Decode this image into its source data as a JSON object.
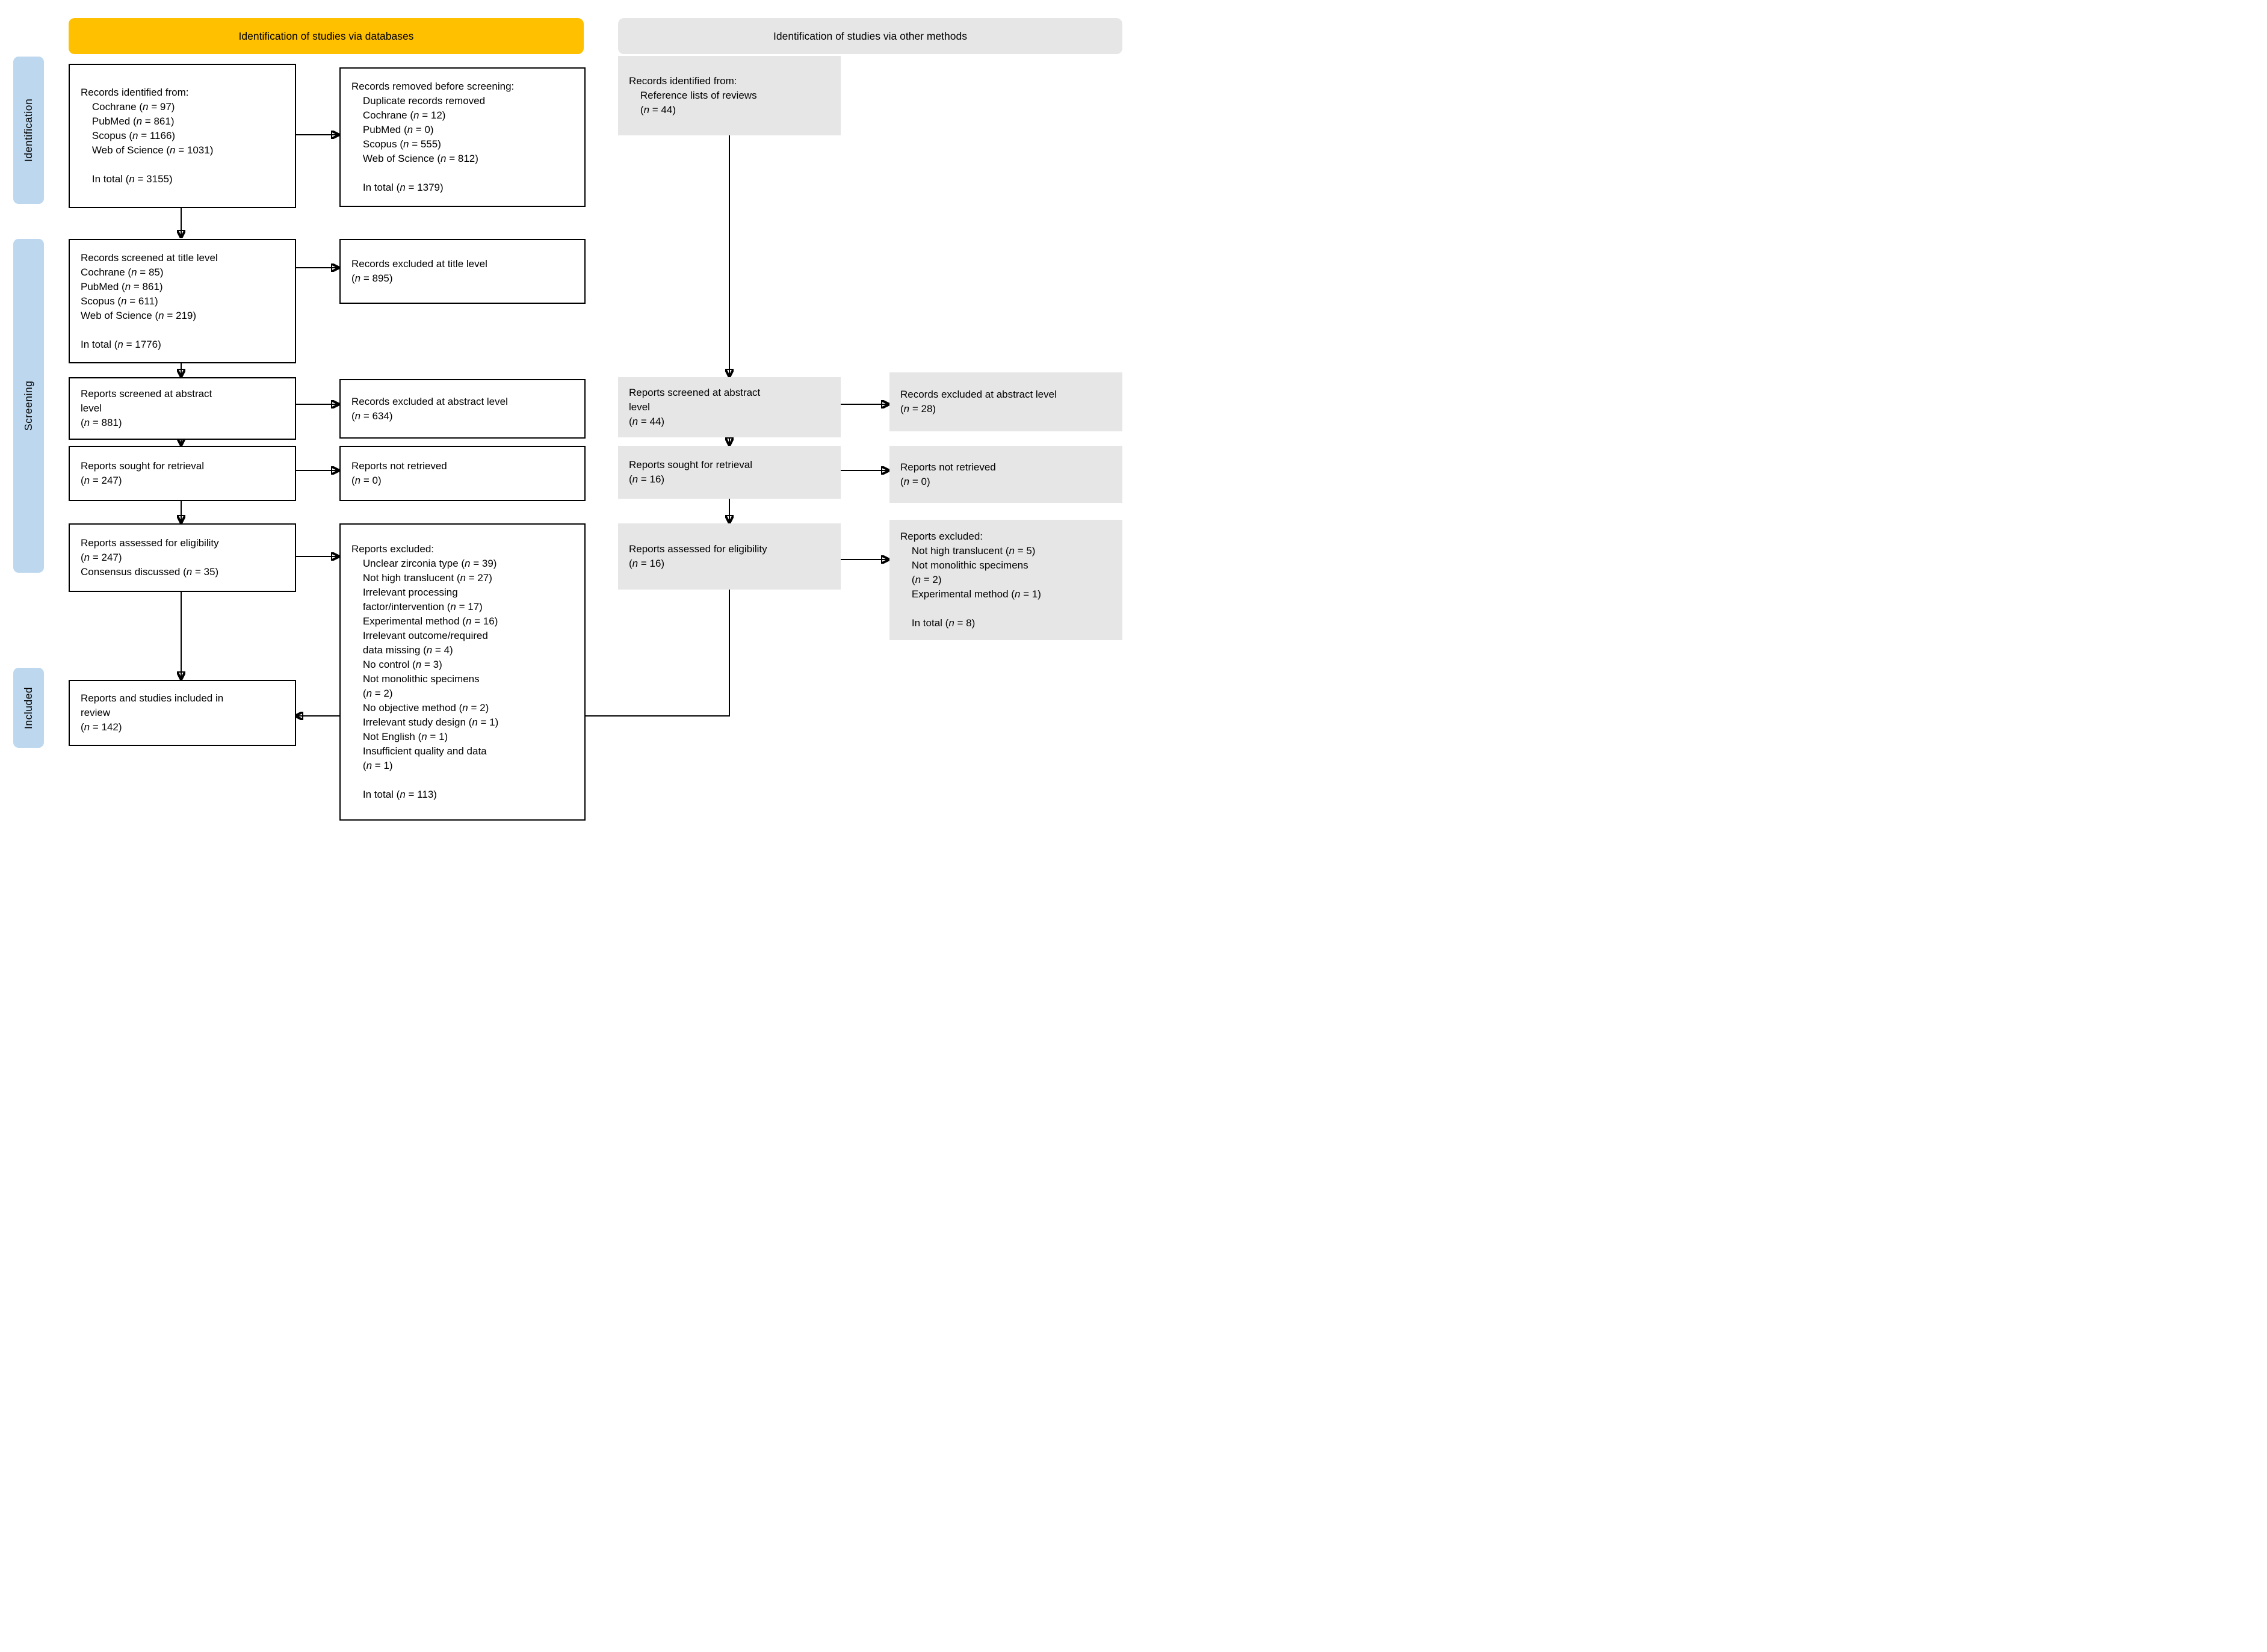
{
  "headers": {
    "databases": "Identification of studies via databases",
    "other_methods": "Identification of studies via other methods"
  },
  "side_labels": {
    "identification": "Identification",
    "screening": "Screening",
    "included": "Included"
  },
  "colors": {
    "yellow": "#FFC000",
    "blue": "#BDD7EE",
    "gray": "#E7E6E6",
    "ink": "#000000"
  },
  "boxes": {
    "db_identified": {
      "lines": [
        "Records identified from:",
        "    Cochrane (n = 97)",
        "    PubMed (n = 861)",
        "    Scopus (n = 1166)",
        "    Web of Science (n = 1031)",
        "",
        "    In total (n = 3155)"
      ]
    },
    "db_removed": {
      "lines": [
        "Records removed before screening:",
        "    Duplicate records removed",
        "    Cochrane (n = 12)",
        "    PubMed (n = 0)",
        "    Scopus (n = 555)",
        "    Web of Science (n = 812)",
        "",
        "    In total (n = 1379)"
      ]
    },
    "db_title_screened": {
      "lines": [
        "Records screened at title level",
        "Cochrane (n = 85)",
        "PubMed (n = 861)",
        "Scopus (n = 611)",
        "Web of Science (n = 219)",
        "",
        "In total (n = 1776)"
      ]
    },
    "db_title_excluded": {
      "lines": [
        "Records excluded at title level",
        "(n = 895)"
      ]
    },
    "db_abstract_screened": {
      "lines": [
        "Reports screened at abstract",
        "level",
        "(n = 881)"
      ]
    },
    "db_abstract_excluded": {
      "lines": [
        "Records excluded at abstract level",
        "(n = 634)"
      ]
    },
    "db_retrieval": {
      "lines": [
        "Reports sought for retrieval",
        "(n = 247)"
      ]
    },
    "db_not_retrieved": {
      "lines": [
        "Reports not retrieved",
        "(n = 0)"
      ]
    },
    "db_eligibility": {
      "lines": [
        "Reports assessed for eligibility",
        "(n = 247)",
        "Consensus discussed (n = 35)"
      ]
    },
    "db_excluded": {
      "lines": [
        "Reports excluded:",
        "    Unclear zirconia type (n = 39)",
        "    Not high translucent (n = 27)",
        "    Irrelevant processing",
        "    factor/intervention (n = 17)",
        "    Experimental method (n = 16)",
        "    Irrelevant outcome/required",
        "    data missing (n = 4)",
        "    No control (n = 3)",
        "    Not monolithic specimens",
        "    (n = 2)",
        "    No objective method (n = 2)",
        "    Irrelevant study design (n = 1)",
        "    Not English (n = 1)",
        "    Insufficient quality and data",
        "    (n = 1)",
        "",
        "    In total (n = 113)"
      ]
    },
    "included": {
      "lines": [
        "Reports and studies included in",
        "review",
        "(n = 142)"
      ]
    },
    "om_identified": {
      "lines": [
        "Records identified from:",
        "    Reference lists of reviews",
        "    (n = 44)"
      ]
    },
    "om_abstract_screened": {
      "lines": [
        "Reports screened at abstract",
        "level",
        "(n = 44)"
      ]
    },
    "om_abstract_excluded": {
      "lines": [
        "Records excluded at abstract level",
        "(n = 28)"
      ]
    },
    "om_retrieval": {
      "lines": [
        "Reports sought for retrieval",
        "(n = 16)"
      ]
    },
    "om_not_retrieved": {
      "lines": [
        "Reports not retrieved",
        "(n = 0)"
      ]
    },
    "om_eligibility": {
      "lines": [
        "Reports assessed for eligibility",
        "(n = 16)"
      ]
    },
    "om_excluded": {
      "lines": [
        "Reports excluded:",
        "    Not high translucent (n = 5)",
        "    Not monolithic specimens",
        "    (n = 2)",
        "    Experimental method (n = 1)",
        "",
        "    In total (n = 8)"
      ]
    }
  }
}
